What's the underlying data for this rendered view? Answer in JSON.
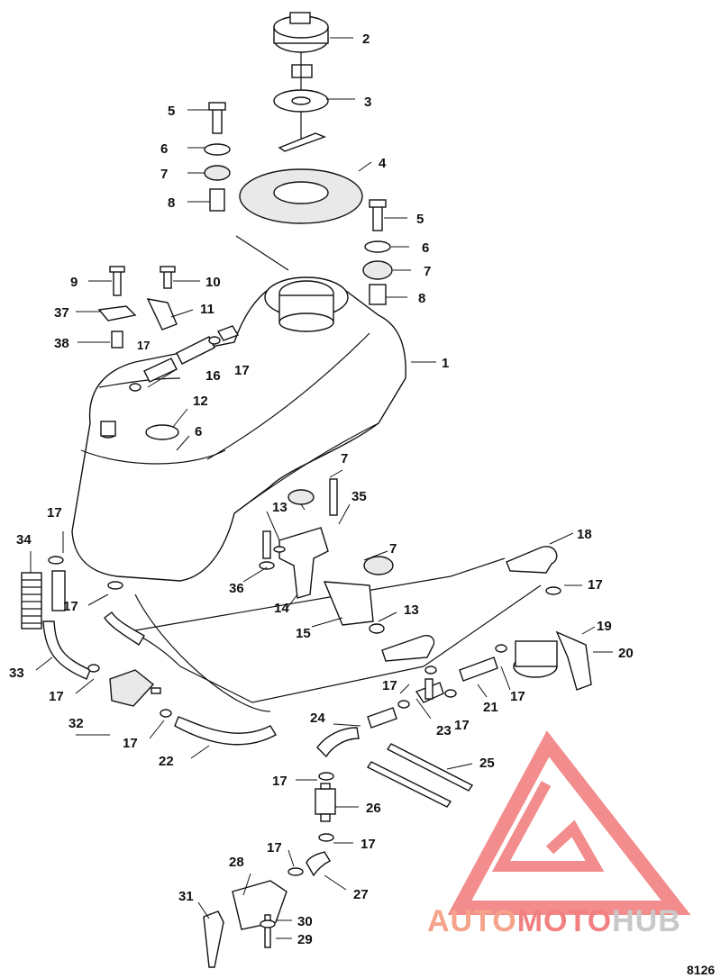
{
  "diagram_id": "8126",
  "watermark": {
    "part1": "AUTO",
    "part2": "MOTO",
    "part3": "HUB",
    "colors": {
      "accent": "#f28080",
      "hub": "#c8c8c8"
    }
  },
  "callouts": {
    "c1": "1",
    "c2": "2",
    "c3": "3",
    "c4": "4",
    "c5a": "5",
    "c5b": "5",
    "c6a": "6",
    "c6b": "6",
    "c6c": "6",
    "c7a": "7",
    "c7b": "7",
    "c7c": "7",
    "c7d": "7",
    "c8a": "8",
    "c8b": "8",
    "c9": "9",
    "c10": "10",
    "c11": "11",
    "c12": "12",
    "c13a": "13",
    "c13b": "13",
    "c14": "14",
    "c15": "15",
    "c16": "16",
    "c17a": "17",
    "c17b": "17",
    "c17c": "17",
    "c17d": "17",
    "c17e": "17",
    "c17f": "17",
    "c17g": "17",
    "c17h": "17",
    "c17i": "17",
    "c17j": "17",
    "c17k": "17",
    "c17l": "17",
    "c17m": "17",
    "c17n": "17",
    "c18": "18",
    "c19": "19",
    "c20": "20",
    "c21": "21",
    "c22": "22",
    "c23": "23",
    "c24": "24",
    "c25": "25",
    "c26": "26",
    "c27": "27",
    "c28": "28",
    "c29": "29",
    "c30": "30",
    "c31": "31",
    "c32": "32",
    "c33": "33",
    "c34": "34",
    "c35": "35",
    "c36": "36",
    "c37": "37",
    "c38": "38"
  }
}
